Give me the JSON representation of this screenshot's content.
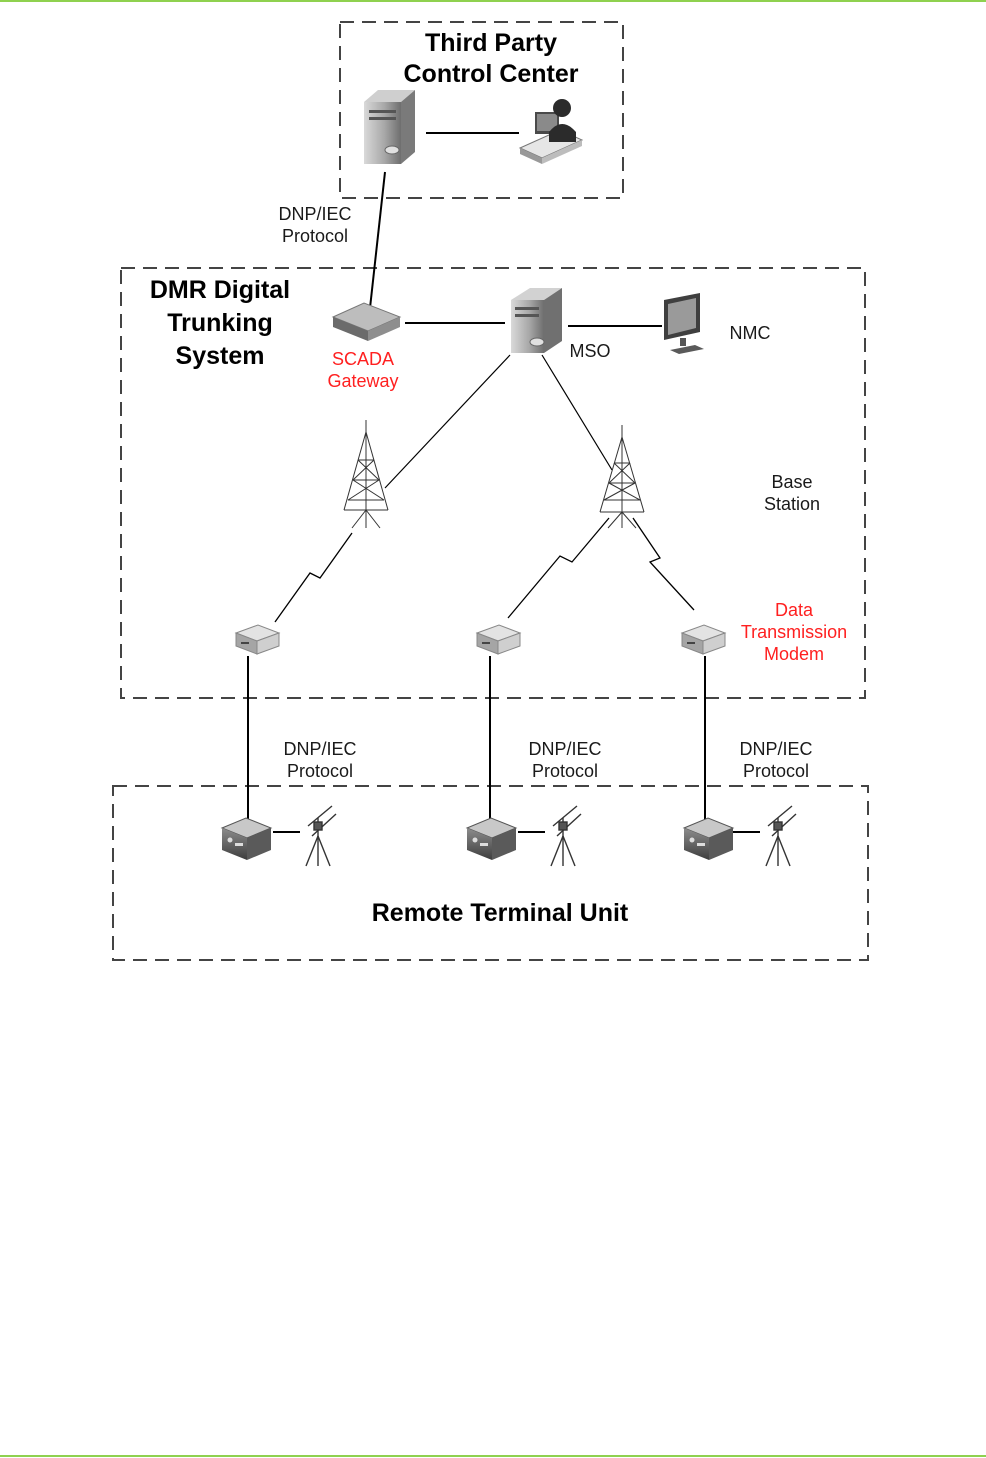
{
  "colors": {
    "page_rule": "#8fd14f",
    "accent_label": "#ff2020",
    "line": "#000000",
    "box_border": "#444444"
  },
  "regions": {
    "control_center": {
      "title_line1": "Third Party",
      "title_line2": "Control Center"
    },
    "dmr": {
      "title_line1": "DMR Digital",
      "title_line2": "Trunking",
      "title_line3": "System"
    },
    "rtu": {
      "title": "Remote Terminal Unit"
    }
  },
  "labels": {
    "protocol_top": {
      "line1": "DNP/IEC",
      "line2": "Protocol"
    },
    "scada_gateway": {
      "line1": "SCADA",
      "line2": "Gateway"
    },
    "mso": "MSO",
    "nmc": "NMC",
    "base_station": {
      "line1": "Base",
      "line2": "Station"
    },
    "data_modem": {
      "line1": "Data",
      "line2": "Transmission",
      "line3": "Modem"
    },
    "protocol_bottom": [
      {
        "line1": "DNP/IEC",
        "line2": "Protocol"
      },
      {
        "line1": "DNP/IEC",
        "line2": "Protocol"
      },
      {
        "line1": "DNP/IEC",
        "line2": "Protocol"
      }
    ]
  },
  "icons": [
    "server-icon",
    "operator-workstation-icon",
    "gateway-router-icon",
    "mso-server-icon",
    "monitor-icon",
    "radio-tower-icon",
    "lightning-link-icon",
    "modem-icon",
    "rtu-device-icon",
    "rtu-antenna-icon"
  ]
}
